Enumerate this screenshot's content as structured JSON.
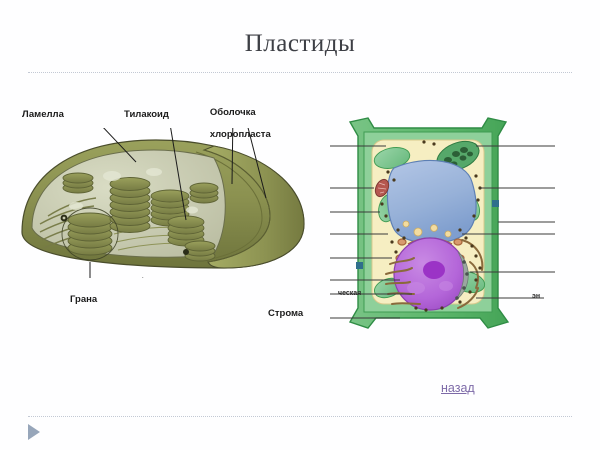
{
  "slide": {
    "title": "Пластиды",
    "background_color": "#fefeff",
    "title_color": "#3d3f45",
    "divider_color": "#c3c9d4"
  },
  "chloroplast_figure": {
    "name": "Схема строения хлоропласта",
    "labels": [
      {
        "id": "lamella",
        "text": "Ламелла"
      },
      {
        "id": "thylakoid",
        "text": "Тилакоид"
      },
      {
        "id": "envelope",
        "line1": "Оболочка",
        "line2": "хлоропласта"
      },
      {
        "id": "granum",
        "text": "Грана"
      },
      {
        "id": "stroma",
        "text": "Строма"
      }
    ],
    "colors": {
      "outer_membrane": "#8b9150",
      "outer_membrane_light": "#a3aa62",
      "stroma": "#c9ccb2",
      "granum_disc": "#8a9052",
      "outline": "#4a4d2c"
    }
  },
  "plant_cell_figure": {
    "name": "Схема строения растительной клетки",
    "cropped": true,
    "visible_label_fragments": [
      {
        "id": "left-fragment",
        "text": "ческая"
      },
      {
        "id": "right-fragment",
        "text": "эн"
      }
    ],
    "colors": {
      "cell_wall": "#62b76e",
      "cell_wall_dark": "#3f9b52",
      "cytoplasm": "#f6eec2",
      "vacuole": "#9db6da",
      "vacuole_dark": "#7f9ece",
      "nucleus": "#b466d9",
      "nucleolus": "#9b33c6",
      "chloroplast": "#7cc491",
      "mitochondrion": "#b5574f",
      "golgi": "#d79a6e",
      "er": "#8a6a3c"
    }
  },
  "navigation": {
    "back_link": "назад",
    "back_link_color": "#7d6aa8",
    "play_arrow_icon": "play-triangle-icon",
    "play_arrow_color": "#97a6ba"
  }
}
